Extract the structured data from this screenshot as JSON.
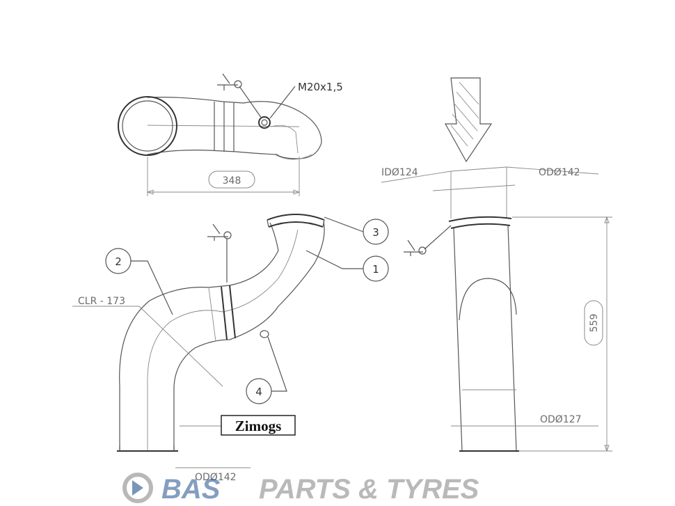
{
  "views": {
    "top": {
      "thread_label": "M20x1,5",
      "length_dim": "348"
    },
    "side": {
      "clr_label": "CLR - 173",
      "od_bottom": "ODØ142",
      "tag": "Zimogs"
    },
    "front": {
      "id_top": "IDØ124",
      "od_top": "ODØ142",
      "od_bottom": "ODØ127",
      "height_dim": "559"
    }
  },
  "callouts": [
    "1",
    "2",
    "3",
    "4"
  ],
  "watermark": {
    "brand": "BAS",
    "rest": "PARTS & TYRES"
  }
}
